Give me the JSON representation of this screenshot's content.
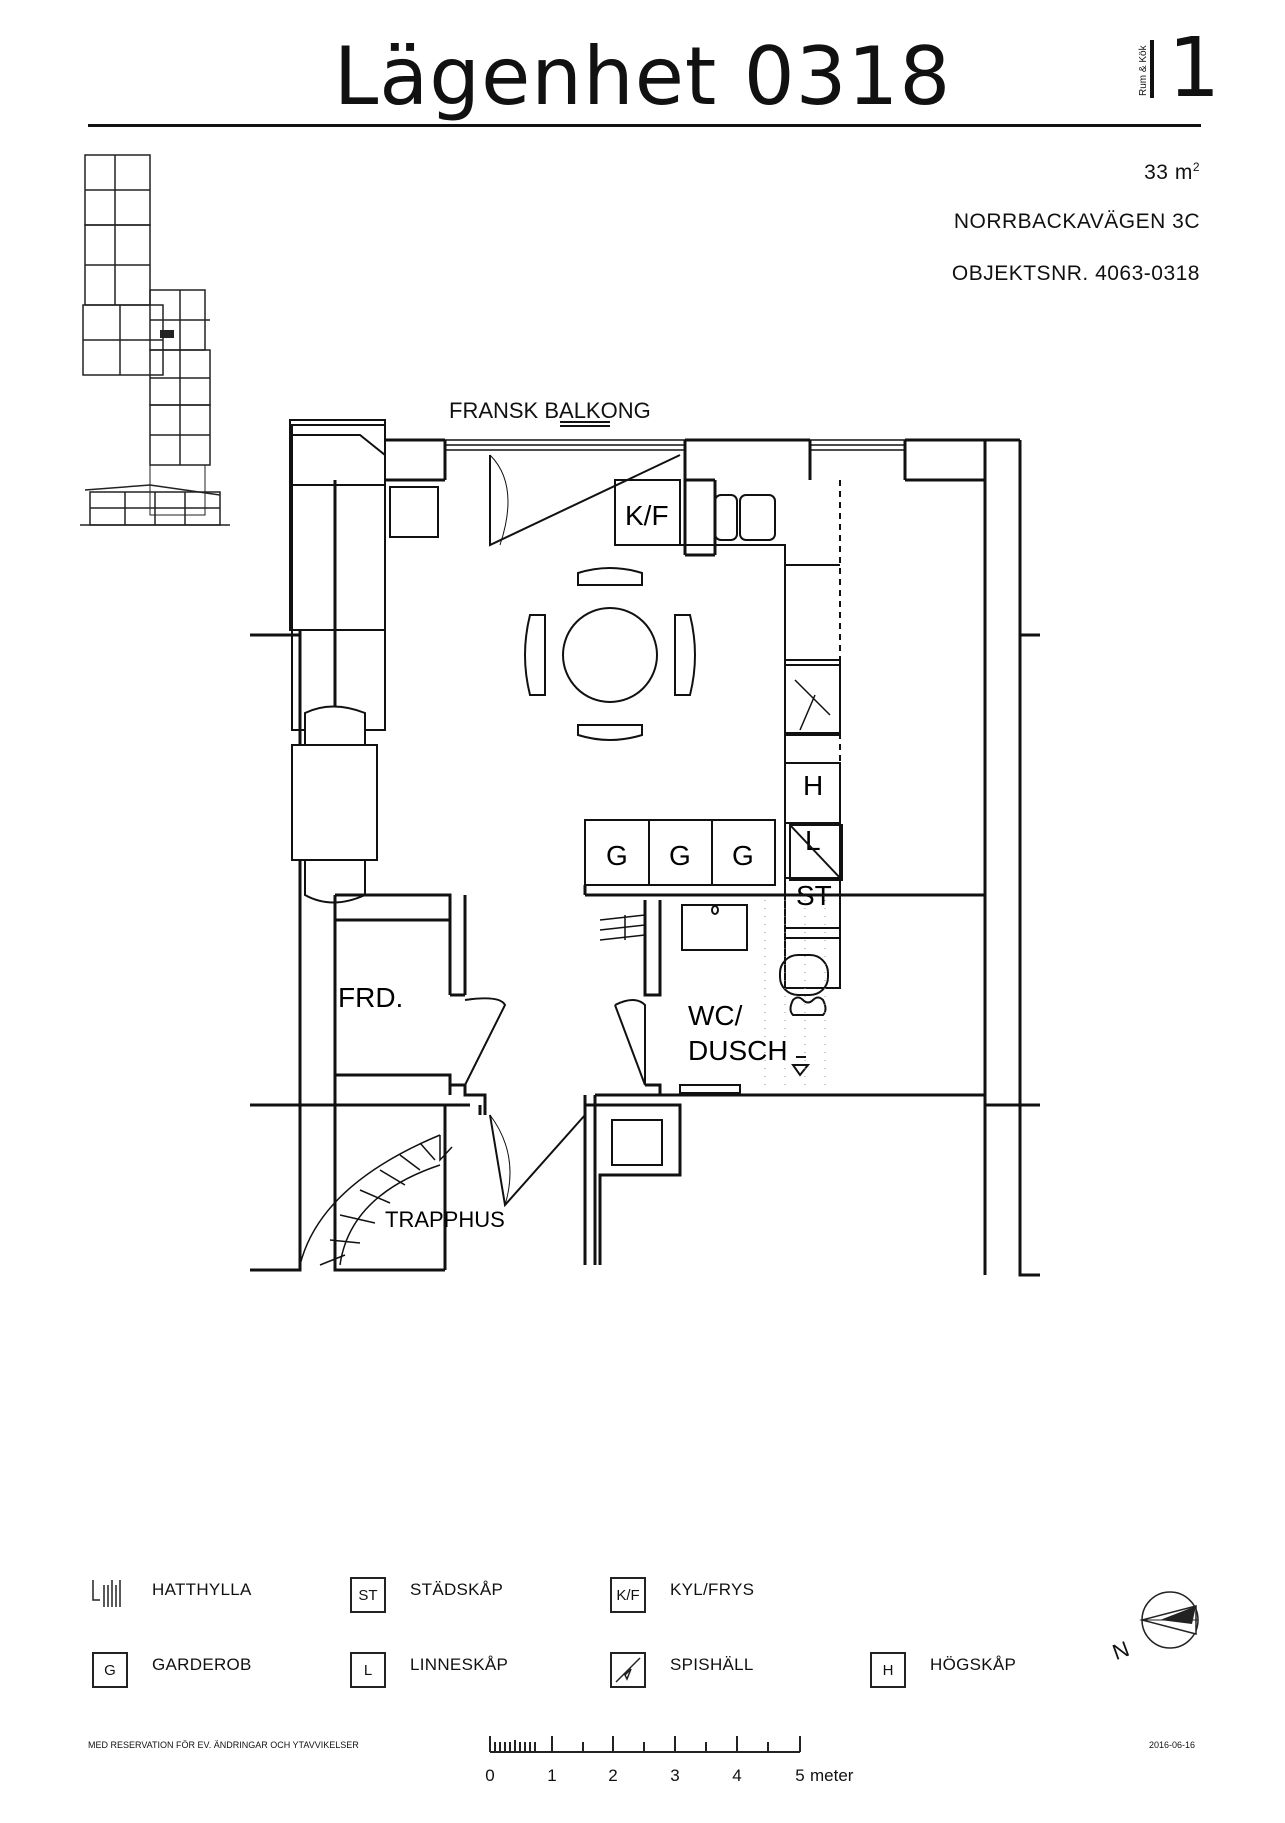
{
  "header": {
    "title": "Lägenhet 0318",
    "rooms_label": "Rum & Kök",
    "rooms_count": "1"
  },
  "info": {
    "area": "33 m",
    "area_sup": "2",
    "address": "NORRBACKAVÄGEN  3C",
    "object_number": "OBJEKTSNR. 4063-0318"
  },
  "plan_labels": {
    "balcony": "FRANSK BALKONG",
    "fridge_freezer": "K/F",
    "tall_cabinet": "H",
    "linen": "L",
    "cleaning": "ST",
    "wardrobe_1": "G",
    "wardrobe_2": "G",
    "wardrobe_3": "G",
    "storage": "FRD.",
    "bathroom_line1": "WC/",
    "bathroom_line2": "DUSCH",
    "stairwell": "TRAPPHUS"
  },
  "legend": [
    {
      "symbol": "",
      "icon": "hat-shelf-icon",
      "label": "HATTHYLLA"
    },
    {
      "symbol": "ST",
      "icon": "",
      "label": "STÄDSKÅP"
    },
    {
      "symbol": "K/F",
      "icon": "",
      "label": "KYL/FRYS"
    },
    {
      "symbol": "G",
      "icon": "",
      "label": "GARDEROB"
    },
    {
      "symbol": "L",
      "icon": "",
      "label": "LINNESKÅP"
    },
    {
      "symbol": "",
      "icon": "stove-icon",
      "label": "SPISHÄLL"
    },
    {
      "symbol": "H",
      "icon": "",
      "label": "HÖGSKÅP"
    }
  ],
  "compass": {
    "letter": "N"
  },
  "footer": {
    "disclaimer": "MED RESERVATION FÖR EV. ÄNDRINGAR OCH YTAVVIKELSER",
    "date": "2016-06-16"
  },
  "scale": {
    "numbers": [
      "0",
      "1",
      "2",
      "3",
      "4",
      "5"
    ],
    "unit": "meter"
  }
}
